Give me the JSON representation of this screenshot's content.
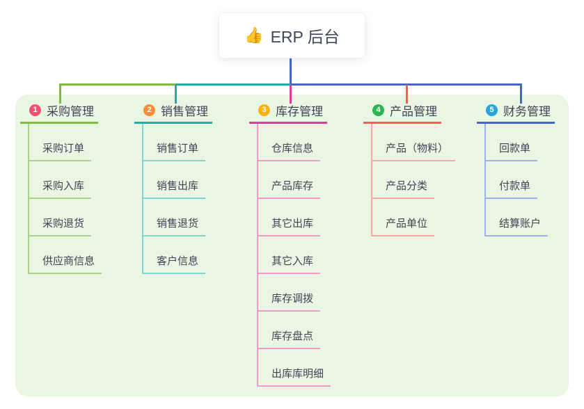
{
  "root": {
    "icon": "👍",
    "label": "ERP 后台"
  },
  "colors": {
    "panel_bg": "#e9f6e4",
    "connector_blue": "#4462d0",
    "text": "#3d4655"
  },
  "branches": [
    {
      "badge": "1",
      "label": "采购管理",
      "badge_color": "#f4516c",
      "line_color": "#7fbb3f",
      "light_color": "#a8d488",
      "children": [
        "采购订单",
        "采购入库",
        "采购退货",
        "供应商信息"
      ]
    },
    {
      "badge": "2",
      "label": "销售管理",
      "badge_color": "#f98e3d",
      "line_color": "#17b3a6",
      "light_color": "#82d6cd",
      "children": [
        "销售订单",
        "销售出库",
        "销售退货",
        "客户信息"
      ]
    },
    {
      "badge": "3",
      "label": "库存管理",
      "badge_color": "#f9b115",
      "line_color": "#e23a97",
      "light_color": "#f29aca",
      "children": [
        "仓库信息",
        "产品库存",
        "其它出库",
        "其它入库",
        "库存调拨",
        "库存盘点",
        "出库库明细"
      ]
    },
    {
      "badge": "4",
      "label": "产品管理",
      "badge_color": "#2db551",
      "line_color": "#f95b55",
      "light_color": "#fbaaa6",
      "children": [
        "产品（物料）",
        "产品分类",
        "产品单位"
      ]
    },
    {
      "badge": "5",
      "label": "财务管理",
      "badge_color": "#2aa2df",
      "line_color": "#4462d0",
      "light_color": "#9fb2e6",
      "children": [
        "回款单",
        "付款单",
        "结算账户"
      ]
    }
  ]
}
